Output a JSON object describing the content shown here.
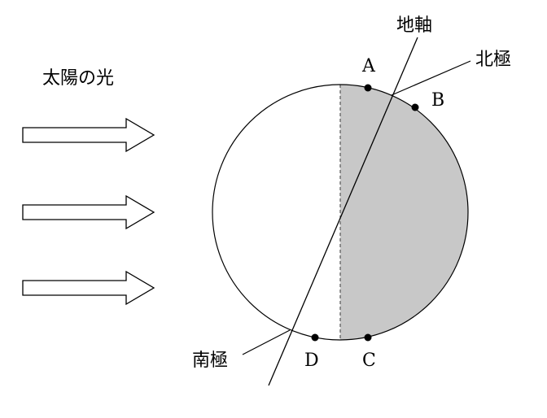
{
  "labels": {
    "sunlight": "太陽の光",
    "axis": "地軸",
    "north_pole": "北極",
    "south_pole": "南極",
    "point_a": "A",
    "point_b": "B",
    "point_c": "C",
    "point_d": "D"
  },
  "colors": {
    "night_side": "#c8c8c8",
    "stroke": "#000000",
    "day_side": "#ffffff"
  }
}
